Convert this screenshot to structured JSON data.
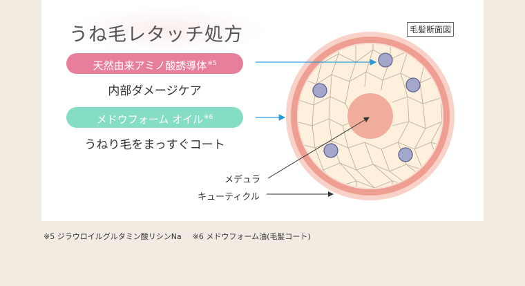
{
  "title": "うね毛レタッチ処方",
  "ingredient1": {
    "name": "天然由来アミノ酸誘導体",
    "note_mark": "※5",
    "effect": "内部ダメージケア"
  },
  "ingredient2": {
    "name": "メドウフォーム オイル",
    "note_mark": "※6",
    "effect": "うねり毛をまっすぐコート"
  },
  "diagram": {
    "title": "毛髪断面図",
    "medulla_label": "メデュラ",
    "cuticle_label": "キューティクル"
  },
  "footnotes": {
    "note5": "※5 ジラウロイルグルタミン酸リシンNa",
    "note6": "※6 メドウフォーム油(毛髪コート)"
  },
  "colors": {
    "background": "#f2ebe2",
    "pink_pill": "#e87f9a",
    "mint_pill": "#86ddc5",
    "arrow_blue": "#2a9ad8",
    "cortex_fill": "#fdf0dc",
    "ring": "#ef9f91",
    "medulla": "#f1ad9c",
    "particle": "#a3a7cc"
  }
}
